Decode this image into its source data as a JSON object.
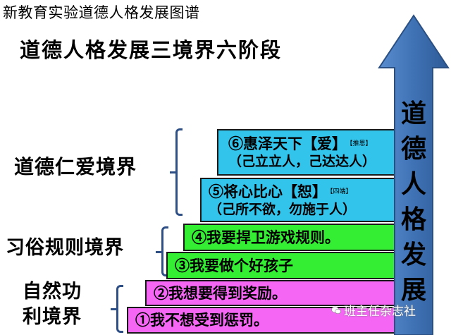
{
  "header": "新教育实验道德人格发展图谱",
  "title": "道德人格发展三境界六阶段",
  "realms": {
    "r1": "道德仁爱境界",
    "r2": "习俗规则境界",
    "r3_line1": "自然功",
    "r3_line2": "利境界"
  },
  "steps": {
    "s6_line1": "⑥惠泽天下【爱】",
    "s6_note": "【推恩】",
    "s6_line2": "（己立立人，己达达人）",
    "s5_line1": "⑤将心比心【恕】",
    "s5_note": "【四端】",
    "s5_line2": "（己所不欲，勿施于人）",
    "s4": "④我要捍卫游戏规则。",
    "s3": "③我要做个好孩子",
    "s2": "②我想要得到奖励。",
    "s1": "①我不想受到惩罚。"
  },
  "arrow_label": [
    "道",
    "德",
    "人",
    "格",
    "发",
    "展"
  ],
  "watermark": "班主任杂志社",
  "colors": {
    "cyan": "#33c4ec",
    "green": "#33ee33",
    "magenta": "#f566f5",
    "arrow": "#3f72b5",
    "brace": "#2d4f86"
  }
}
